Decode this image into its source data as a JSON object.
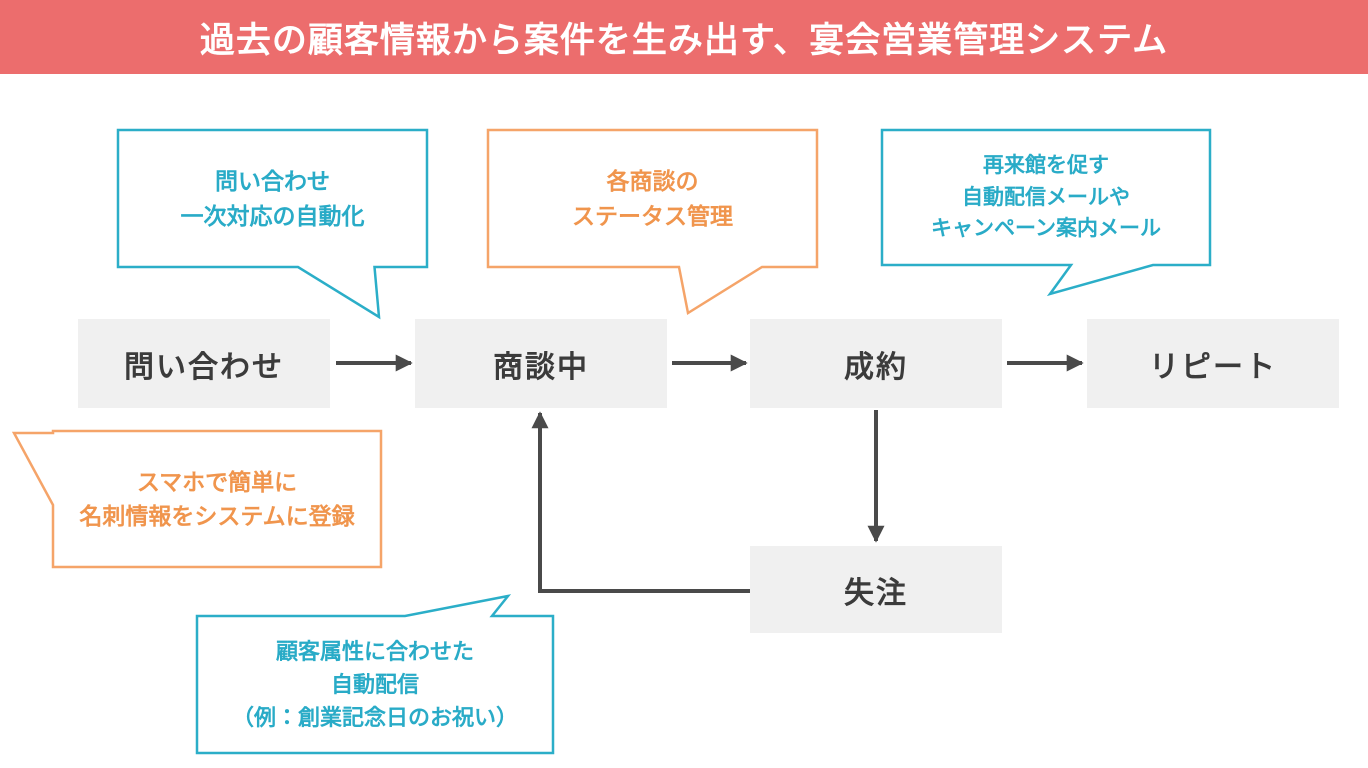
{
  "header": {
    "title": "過去の顧客情報から案件を生み出す、宴会営業管理システム"
  },
  "flow": {
    "stages": [
      {
        "id": "inquiry",
        "label": "問い合わせ"
      },
      {
        "id": "negotiation",
        "label": "商談中"
      },
      {
        "id": "contract",
        "label": "成約"
      },
      {
        "id": "repeat",
        "label": "リピート"
      },
      {
        "id": "lost",
        "label": "失注"
      }
    ],
    "arrows": [
      {
        "from": "inquiry",
        "to": "negotiation",
        "direction": "right"
      },
      {
        "from": "negotiation",
        "to": "contract",
        "direction": "right"
      },
      {
        "from": "contract",
        "to": "repeat",
        "direction": "right"
      },
      {
        "from": "contract",
        "to": "lost",
        "direction": "down"
      },
      {
        "from": "lost",
        "to": "negotiation",
        "direction": "left-up"
      }
    ]
  },
  "callouts": [
    {
      "id": "inquiry-auto-response",
      "color": "teal",
      "points_to": "inquiry",
      "lines": [
        "問い合わせ",
        "一次対応の自動化"
      ]
    },
    {
      "id": "status-management",
      "color": "orange",
      "points_to": "negotiation",
      "lines": [
        "各商談の",
        "ステータス管理"
      ]
    },
    {
      "id": "revisit-mail",
      "color": "teal",
      "points_to": "repeat",
      "lines": [
        "再来館を促す",
        "自動配信メールや",
        "キャンペーン案内メール"
      ]
    },
    {
      "id": "business-card-entry",
      "color": "orange",
      "points_to": "inquiry",
      "lines": [
        "スマホで簡単に",
        "名刺情報をシステムに登録"
      ]
    },
    {
      "id": "auto-delivery",
      "color": "teal",
      "points_to": "lost-to-negotiation",
      "lines": [
        "顧客属性に合わせた",
        "自動配信",
        "（例：創業記念日のお祝い）"
      ]
    }
  ],
  "colors": {
    "header_bg": "#EC6D6D",
    "teal": "#29ABC7",
    "teal_border": "#2BAEC8",
    "orange": "#F0954D",
    "orange_border": "#F5A469",
    "box_bg": "#F0F0F0",
    "box_text": "#3B3B3B",
    "arrow": "#4A4A4A"
  }
}
